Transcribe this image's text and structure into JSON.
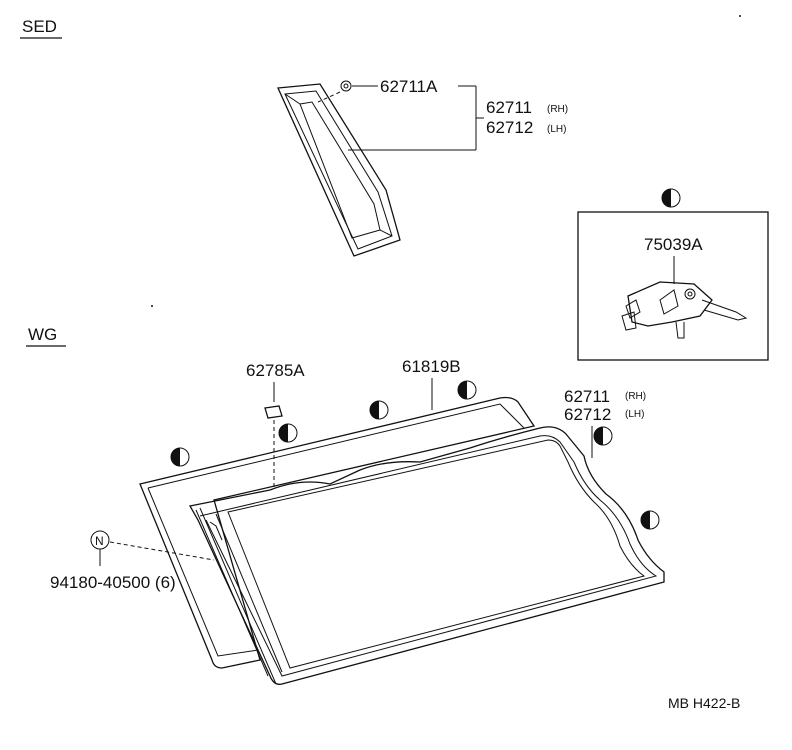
{
  "sections": {
    "sed": "SED",
    "wg": "WG"
  },
  "parts": {
    "p62711a": "62711A",
    "p62711": "62711",
    "p62712": "62712",
    "p75039a": "75039A",
    "p62785a": "62785A",
    "p61819b": "61819B",
    "wg_p62711": "62711",
    "wg_p62712": "62712",
    "p94180": "94180-40500 (6)",
    "n_symbol": "N"
  },
  "qualifiers": {
    "rh": "(RH)",
    "lh": "(LH)"
  },
  "footer": {
    "code": "MB  H422-B"
  }
}
